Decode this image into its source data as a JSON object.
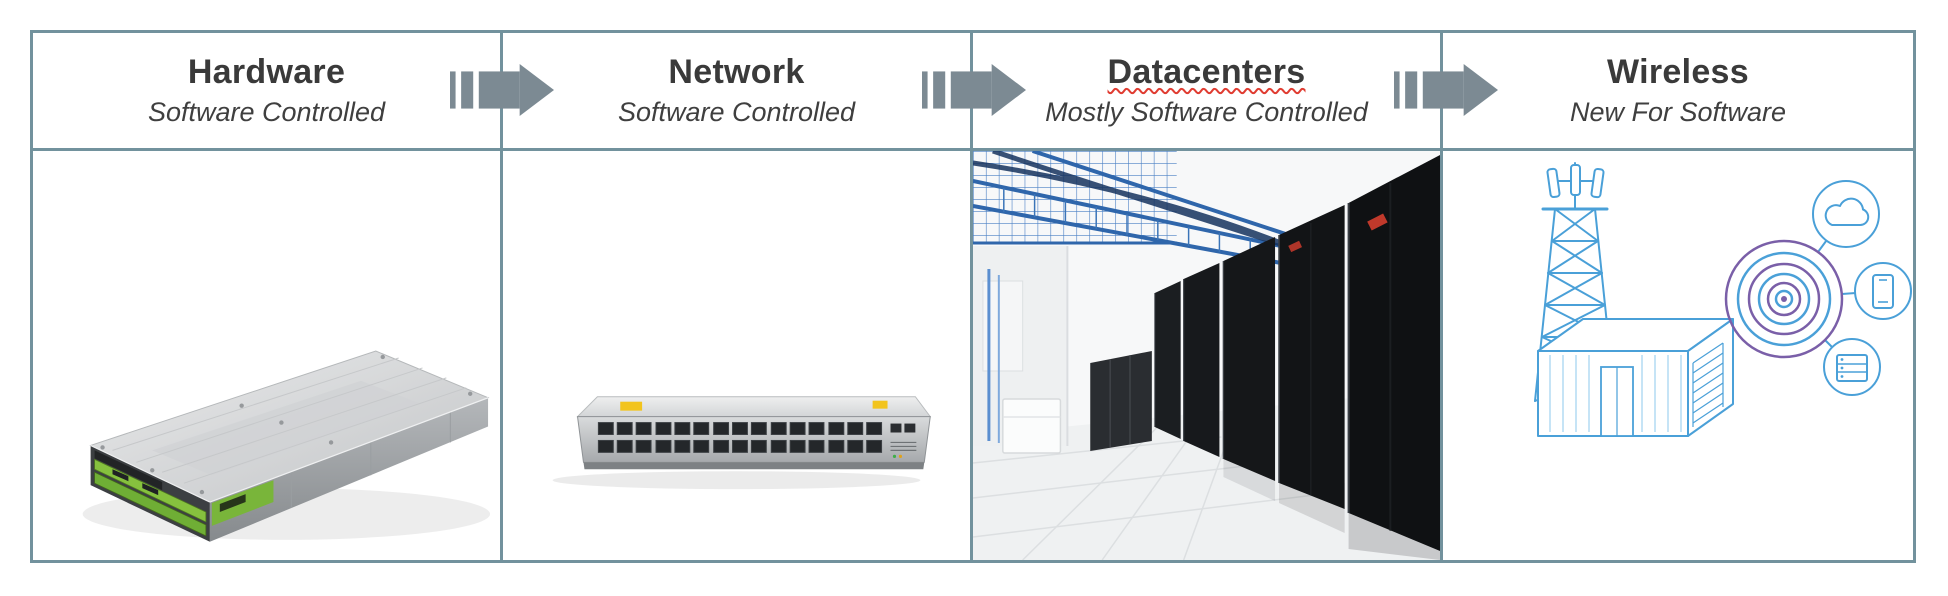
{
  "diagram": {
    "columns": [
      {
        "title": "Hardware",
        "subtitle": "Software Controlled",
        "image": "rack-server-photo"
      },
      {
        "title": "Network",
        "subtitle": "Software Controlled",
        "image": "network-switch-photo"
      },
      {
        "title": "Datacenters",
        "subtitle": "Mostly Software Controlled",
        "image": "datacenter-aisle-photo",
        "spellcheck_error": true
      },
      {
        "title": "Wireless",
        "subtitle": "New For Software",
        "image": "wireless-network-illustration"
      }
    ],
    "arrow_count": 3
  },
  "colors": {
    "table_border": "#72929d",
    "title_text": "#3a3a3a",
    "subtitle_text": "#3f3f3f",
    "flow_arrow": "#7c8a93",
    "spellcheck_underline": "#e03c31",
    "illustration_blue": "#4aa0d8",
    "illustration_purple": "#7a5fa8"
  }
}
